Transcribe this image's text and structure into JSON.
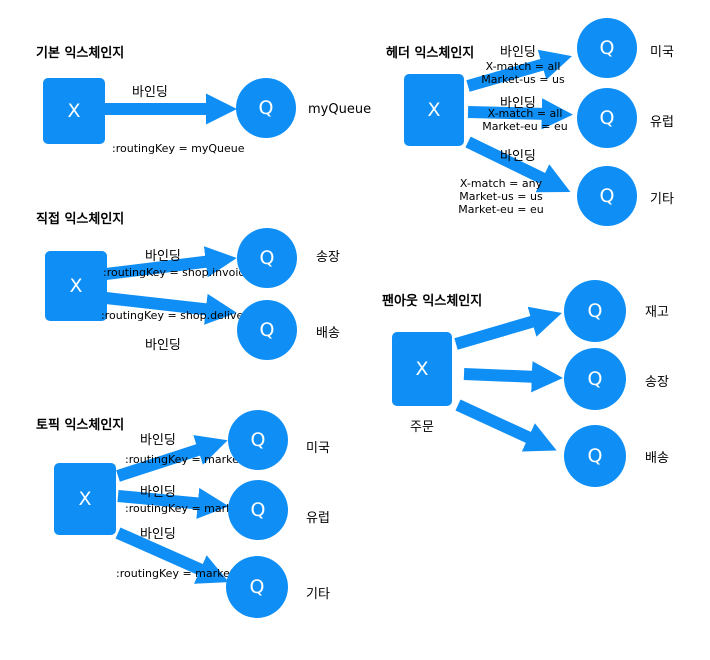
{
  "colors": {
    "node": "#0f8ff5",
    "node_text": "#ffffff"
  },
  "exchange_symbol": "X",
  "queue_symbol": "Q",
  "basic": {
    "title": "기본 익스체인지",
    "binding": "바인딩",
    "routing_key": ":routingKey = myQueue",
    "queue": "myQueue"
  },
  "header": {
    "title": "헤더 익스체인지",
    "bindings": [
      {
        "label": "바인딩",
        "args": [
          "X-match = all",
          "Market-us = us"
        ],
        "queue": "미국"
      },
      {
        "label": "바인딩",
        "args": [
          "X-match = all",
          "Market-eu = eu"
        ],
        "queue": "유럽"
      },
      {
        "label": "바인딩",
        "args": [
          "X-match = any",
          "Market-us = us",
          "Market-eu = eu"
        ],
        "queue": "기타"
      }
    ]
  },
  "direct": {
    "title": "직접 익스체인지",
    "bindings": [
      {
        "label": "바인딩",
        "routing_key": ":routingKey = shop.invoice",
        "queue": "송장"
      },
      {
        "label": "바인딩",
        "routing_key": ":routingKey = shop.delivery",
        "queue": "배송"
      }
    ]
  },
  "fanout": {
    "title": "팬아웃 익스체인지",
    "exchange_label": "주문",
    "queues": [
      "재고",
      "송장",
      "배송"
    ]
  },
  "topic": {
    "title": "토픽 익스체인지",
    "bindings": [
      {
        "label": "바인딩",
        "routing_key": ":routingKey = market.us",
        "queue": "미국"
      },
      {
        "label": "바인딩",
        "routing_key": ":routingKey = market.eu",
        "queue": "유럽"
      },
      {
        "label": "바인딩",
        "routing_key": ":routingKey = market.*",
        "queue": "기타"
      }
    ]
  }
}
